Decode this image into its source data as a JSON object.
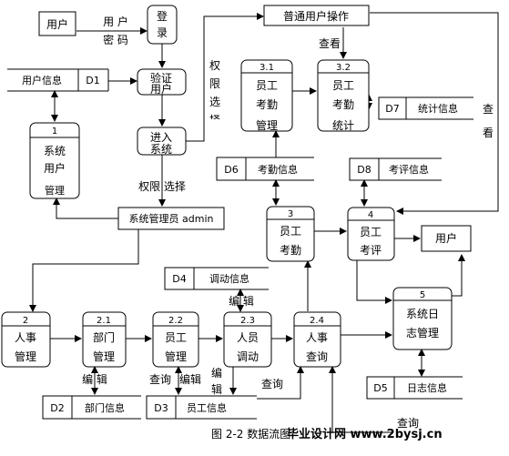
{
  "processes": {
    "login": {
      "label_1": "登",
      "label_2": "录"
    },
    "verify": {
      "label_1": "验证",
      "label_2": "用户"
    },
    "enter": {
      "label_1": "进入",
      "label_2": "系统"
    },
    "p1": {
      "num": "1",
      "label_1": "系统",
      "label_2": "用户",
      "label_3": "管理"
    },
    "p2": {
      "num": "2",
      "label_1": "人事",
      "label_2": "管理"
    },
    "p2_1": {
      "num": "2.1",
      "label_1": "部门",
      "label_2": "管理"
    },
    "p2_2": {
      "num": "2.2",
      "label_1": "员工",
      "label_2": "管理"
    },
    "p2_3": {
      "num": "2.3",
      "label_1": "人员",
      "label_2": "调动"
    },
    "p2_4": {
      "num": "2.4",
      "label_1": "人事",
      "label_2": "查询"
    },
    "p3": {
      "num": "3",
      "label_1": "员工",
      "label_2": "考勤"
    },
    "p3_1": {
      "num": "3.1",
      "label_1": "员工",
      "label_2": "考勤",
      "label_3": "管理"
    },
    "p3_2": {
      "num": "3.2",
      "label_1": "员工",
      "label_2": "考勤",
      "label_3": "统计"
    },
    "p4": {
      "num": "4",
      "label_1": "员工",
      "label_2": "考评"
    },
    "p5": {
      "num": "5",
      "label_1": "系统日",
      "label_2": "志管理"
    }
  },
  "entities": {
    "user_top": "用户",
    "user_right": "用户",
    "normal_user_op": "普通用户操作",
    "admin": "系统管理员 admin"
  },
  "stores": {
    "d1": {
      "id": "D1",
      "name": "用户信息"
    },
    "d2": {
      "id": "D2",
      "name": "部门信息"
    },
    "d3": {
      "id": "D3",
      "name": "员工信息"
    },
    "d4": {
      "id": "D4",
      "name": "调动信息"
    },
    "d5": {
      "id": "D5",
      "name": "日志信息"
    },
    "d6": {
      "id": "D6",
      "name": "考勤信息"
    },
    "d7": {
      "id": "D7",
      "name": "统计信息"
    },
    "d8": {
      "id": "D8",
      "name": "考评信息"
    }
  },
  "flow_labels": {
    "user_pw_1": "用 户",
    "user_pw_2": "密 码",
    "perm_1": "权",
    "perm_2": "限",
    "perm_3": "选",
    "perm_4": "择",
    "view": "查看",
    "view_right_1": "查",
    "view_right_2": "看",
    "perm_select": "权限 选择",
    "edit_d4": "编 辑",
    "edit_d2": "编  辑",
    "query_d3": "查询",
    "edit_d3": "编辑",
    "edit_v_1": "编",
    "edit_v_2": "辑",
    "query_mid": "查询",
    "query_bottom": "查询"
  },
  "caption": "图 2-2 数据流图",
  "watermark": "毕业设计网 www.2bysj.cn"
}
